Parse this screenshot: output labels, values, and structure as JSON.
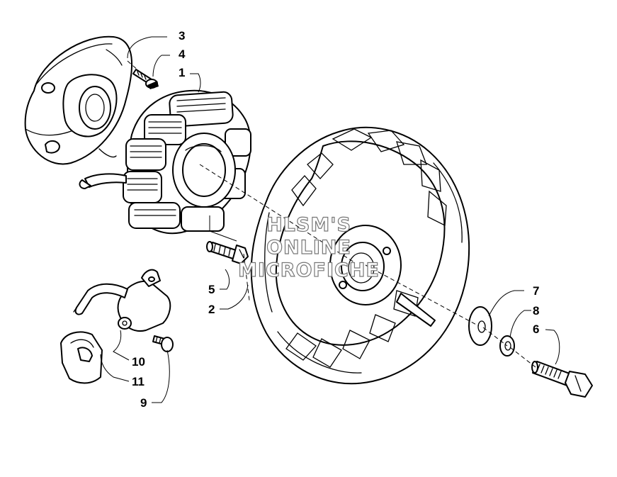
{
  "diagram": {
    "watermark": {
      "line1": "HLSM'S",
      "line2": "ONLINE",
      "line3": "MICROFICHE"
    },
    "callouts": {
      "c1": "1",
      "c2": "2",
      "c3": "3",
      "c4": "4",
      "c5": "5",
      "c6": "6",
      "c7": "7",
      "c8": "8",
      "c9": "9",
      "c10": "10",
      "c11": "11"
    }
  }
}
